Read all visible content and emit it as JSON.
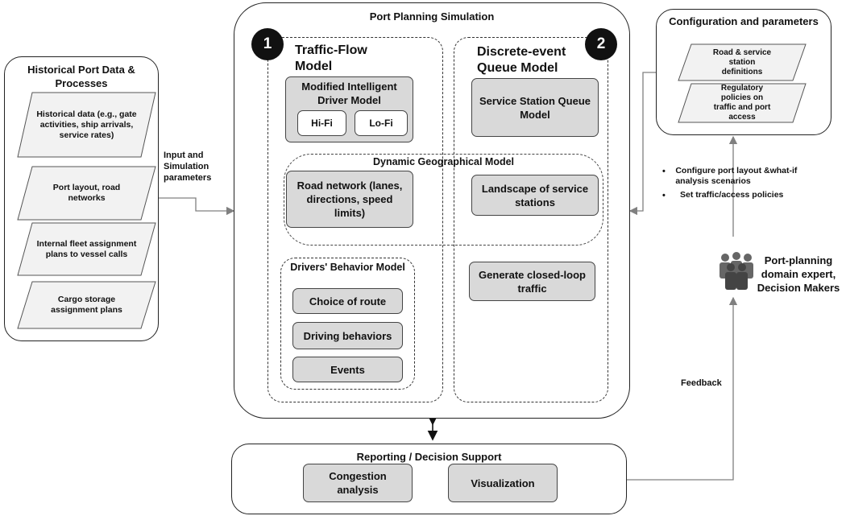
{
  "colors": {
    "box_fill": "#d9d9d9",
    "arrow_orange": "#c55a11",
    "arrow_gray": "#808080"
  },
  "historical": {
    "title": "Historical Port Data & Processes",
    "items": [
      "Historical data (e.g., gate activities, ship arrivals, service rates)",
      "Port layout, road networks",
      "Internal fleet assignment plans to vessel calls",
      "Cargo storage assignment plans"
    ]
  },
  "input_label": "Input and Simulation parameters",
  "simulation": {
    "title": "Port Planning Simulation",
    "badge1": "1",
    "badge2": "2",
    "traffic_title": "Traffic-Flow Model",
    "queue_title": "Discrete-event Queue Model",
    "idm_label": "Modified Intelligent Driver Model",
    "hifi": "Hi-Fi",
    "lofi": "Lo-Fi",
    "queue_box": "Service Station Queue Model",
    "geo_title": "Dynamic Geographical Model",
    "road_network": "Road network (lanes, directions, speed limits)",
    "landscape": "Landscape of service stations",
    "drivers_title": "Drivers' Behavior Model",
    "choice_route": "Choice of route",
    "driving_behaviors": "Driving behaviors",
    "events": "Events",
    "closed_loop": "Generate closed-loop traffic"
  },
  "config": {
    "title": "Configuration and parameters",
    "item1": "Road & service station definitions",
    "item2": "Regulatory policies on traffic and port access"
  },
  "bullets": [
    "Configure port layout &what-if analysis scenarios",
    "Set traffic/access policies"
  ],
  "expert_label": "Port-planning domain expert, Decision Makers",
  "feedback_label": "Feedback",
  "reporting": {
    "title": "Reporting / Decision Support",
    "congestion": "Congestion analysis",
    "visualization": "Visualization"
  }
}
